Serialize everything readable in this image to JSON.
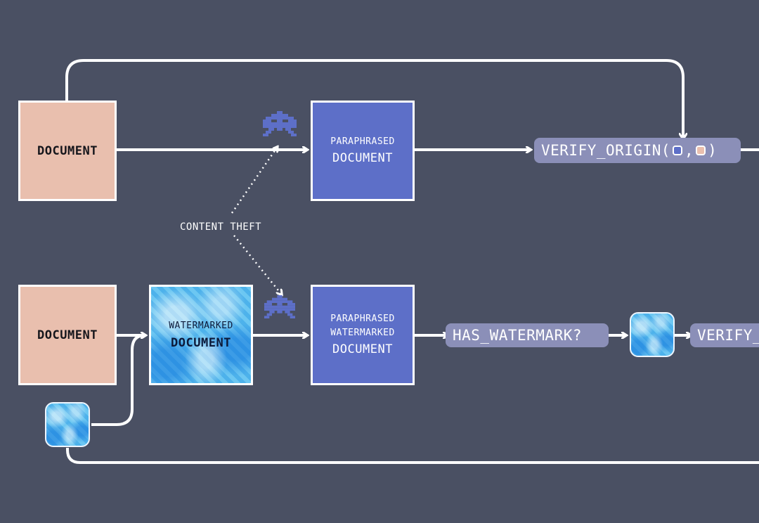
{
  "colors": {
    "background": "#4a5063",
    "document": "#e9bfae",
    "paraphrased": "#5d6fc8",
    "watermark": "#58bff0",
    "pill": "#8b8fb8",
    "wire": "#ffffff"
  },
  "top_flow": {
    "document": "DOCUMENT",
    "paraphrased_line1": "PARAPHRASED",
    "paraphrased_line2": "DOCUMENT",
    "verify_prefix": "VERIFY_ORIGIN(",
    "verify_sep": ",",
    "verify_suffix": ")"
  },
  "theft_label": "CONTENT THEFT",
  "bottom_flow": {
    "document": "DOCUMENT",
    "watermarked_line1": "WATERMARKED",
    "watermarked_line2": "DOCUMENT",
    "paraphrased_line1": "PARAPHRASED",
    "paraphrased_line2": "WATERMARKED",
    "paraphrased_line3": "DOCUMENT",
    "has_watermark": "HAS_WATERMARK?",
    "verify": "VERIFY_"
  },
  "icons": [
    "space-invader-icon",
    "watermark-tile-icon"
  ]
}
